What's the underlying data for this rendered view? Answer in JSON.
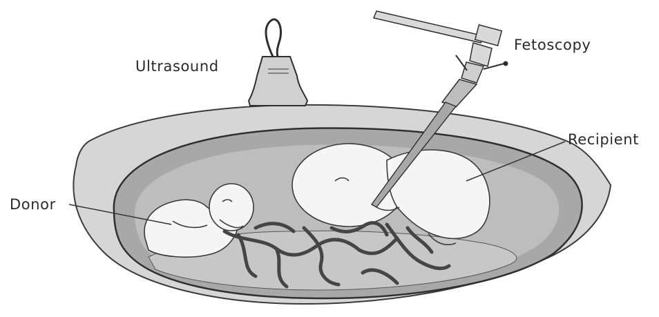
{
  "labels": {
    "ultrasound": "Ultrasound",
    "fetoscopy": "Fetoscopy",
    "recipient": "Recipient",
    "donor": "Donor"
  },
  "colors": {
    "outer_wall": "#d2d2d2",
    "inner_wall": "#a3a3a3",
    "placenta": "#bcbcbc",
    "fetus": "#f6f6f6",
    "vessels": "#454545",
    "outline": "#3a3a3a"
  }
}
